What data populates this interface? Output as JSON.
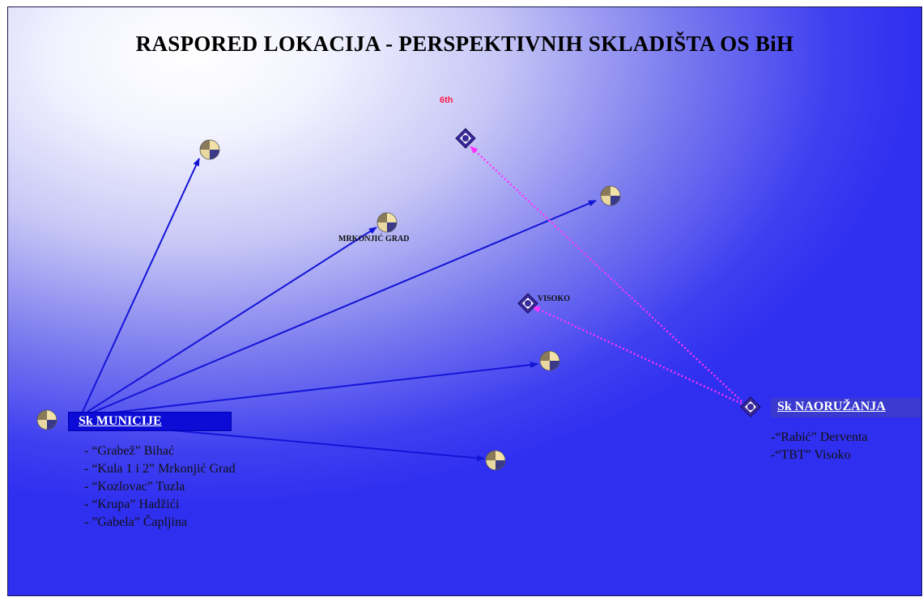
{
  "title": "RASPORED LOKACIJA - PERSPEKTIVNIH SKLADIŠTA OS BiH",
  "labels": {
    "sixth": "6th",
    "mrkonjic": "MRKONJIĆ GRAD",
    "visoko": "VISOKO"
  },
  "municije": {
    "heading": "Sk MUNICIJE",
    "items": [
      "- “Grabež” Bihać",
      "- “Kula 1 i 2” Mrkonjić Grad",
      "- “Kozlovac” Tuzla",
      "- “Krupa” Hadžići",
      "- ”Gabela” Čapljina"
    ]
  },
  "naoruzanja": {
    "heading": "Sk NAORUŽANJA",
    "items": [
      "-“Rabić” Derventa",
      "-“TBT” Visoko"
    ]
  },
  "colors": {
    "ammo_arrow": "#1414d8",
    "weapons_arrow": "#ff33ff",
    "diamond": "#3a2a9a"
  },
  "icons": {
    "ammo_site": "globe-quarter-icon",
    "weapons_site": "diamond-target-icon"
  }
}
